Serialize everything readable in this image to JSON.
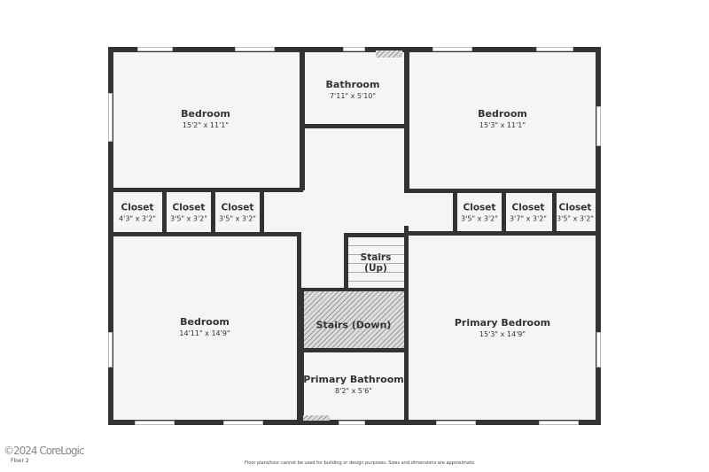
{
  "rooms": [
    {
      "name": "Bedroom",
      "dims": "15'2\" x 11'1\""
    },
    {
      "name": "Bathroom",
      "dims": "7'11\" x 5'10\""
    },
    {
      "name": "Bedroom",
      "dims": "15'3\" x 11'1\""
    },
    {
      "name": "Closet",
      "dims": "4'3\" x 3'2\""
    },
    {
      "name": "Closet",
      "dims": "3'5\" x 3'2\""
    },
    {
      "name": "Closet",
      "dims": "3'5\" x 3'2\""
    },
    {
      "name": "Closet",
      "dims": "3'5\" x 3'2\""
    },
    {
      "name": "Closet",
      "dims": "3'7\" x 3'2\""
    },
    {
      "name": "Closet",
      "dims": "3'5\" x 3'2\""
    },
    {
      "name": "Stairs",
      "dims": "(Up)"
    },
    {
      "name": "Stairs (Down)"
    },
    {
      "name": "Bedroom",
      "dims": "14'11\" x 14'9\""
    },
    {
      "name": "Primary Bathroom",
      "dims": "8'2\" x 5'6\""
    },
    {
      "name": "Primary Bedroom",
      "dims": "15'3\" x 14'9\""
    }
  ],
  "floor_label": "Floor 2",
  "watermark": "©2024 CoreLogic",
  "disclaimer": "Floor plans/tour cannot be used for building or design purposes. Sizes and dimensions are approximate."
}
